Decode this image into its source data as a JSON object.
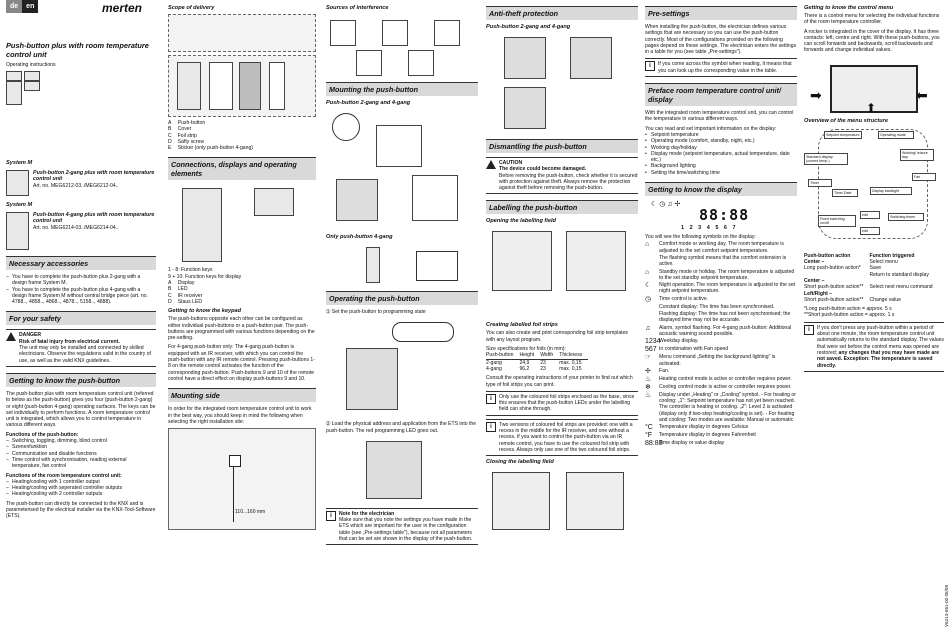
{
  "header": {
    "lang_de": "de",
    "lang_en": "en",
    "brand": "merten"
  },
  "col1": {
    "title": "Push-button plus with room temperature control unit",
    "subtitle": "Operating instructions",
    "system1_label": "System M",
    "system1_product": "Push-button 2-gang plus with room temperature control unit",
    "system1_art": "Art. no. MEG6212-03../MEG6212-04..",
    "system2_label": "System M",
    "system2_product": "Push-button 4-gang plus with room temperature control unit",
    "system2_art": "Art. no. MEG6214-03../MEG6214-04..",
    "acc_heading": "Necessary accessories",
    "acc_items": [
      "You have to complete the push-button plus 2-gang with a design frame System M.",
      "You have to complete the push-button plus 4-gang with a design frame System M without central bridge piece (art. no. 4788.., 4858.., 4868.., 4878.., 5158.., 4888)."
    ],
    "safety_heading": "For your safety",
    "danger_title": "DANGER",
    "danger_sub": "Risk of fatal injury from electrical current.",
    "danger_text": "The unit may only be installed and connected by skilled electricians. Observe the regulations valid in the country of use, as well as the valid KNX guidelines.",
    "know_heading": "Getting to know the push-button",
    "know_text": "The push-button plus with room temperature control unit (referred to below as the push-button) gives you four (push-button 2-gang) or eight (push-button 4-gang) operating surfaces. The keys can be set individually to perform functions. A room temperature control unit is integrated, which allows you to control temperature in various different ways.",
    "func_pb_heading": "Functions of the push-button:",
    "func_pb_items": [
      "Switching, toggling, dimming, blind control",
      "Szenenfunktion",
      "Communication and disable functions",
      "Time control with synchronisation, reading external temperature, fan control"
    ],
    "func_rt_heading": "Functions of the room temperature control unit:",
    "func_rt_items": [
      "Heating/cooling with 1 controller output",
      "Heating/cooling with seperated controller outputs",
      "Heating/cooling with 2 controller outputs"
    ],
    "knx_text": "The push-button can directly be connected to the KNX and is parameterised by the electrical installer via the KNX-Tool-Software (ETS)."
  },
  "col2": {
    "scope_heading": "Scope of delivery",
    "scope_items": [
      {
        "letter": "A",
        "text": "Push-button"
      },
      {
        "letter": "B",
        "text": "Cover"
      },
      {
        "letter": "C",
        "text": "Foil strip"
      },
      {
        "letter": "D",
        "text": "Safty screw"
      },
      {
        "letter": "E",
        "text": "Sticker (only push-button 4-gang)"
      }
    ],
    "conn_heading": "Connections, displays and operating elements",
    "keys_legend_1": "1 - 8: Function keys",
    "keys_legend_2": "9 + 10: Function keys for display",
    "elem_items": [
      {
        "letter": "A",
        "text": "Display"
      },
      {
        "letter": "B",
        "text": "LED"
      },
      {
        "letter": "C",
        "text": "IR receiver"
      },
      {
        "letter": "D",
        "text": "Staus LED"
      }
    ],
    "keypad_heading": "Getting to know the keypad",
    "keypad_text1": "The push-buttons opposite each other can be configured as either individual push-buttons or a push-button pair. The push-buttons are programmed with various functions depending on the pre-setting.",
    "keypad_text2": "For 4-gang push-button only: The 4-gang push-button is equipped with an IR receiver, with which you can control the push-button with any IR remote control. Pressing push-buttons 1-8 on the remote control activates the function of the corresponding push-button. Push-buttons 9 and 10 of the remote control have a direct effect on display push-buttons 9 and 10.",
    "mount_side_heading": "Mounting side",
    "mount_side_text": "In order for the integrated room temperature control unit to work in the best way, you should keep in mind the following when selecting the right installation site:",
    "height_label": "110...160 mm"
  },
  "col3": {
    "interf_heading": "Sources of interference",
    "mounting_heading": "Mounting the push-button",
    "mounting_sub": "Push-button 2-gang and 4-gang",
    "only4_sub": "Only push-button 4-gang",
    "operating_heading": "Operating the push-button",
    "step1": "Set the push-button to programming state",
    "step2": "Load the physical address and application from the ETS into the push-button. The red programming LED goes out.",
    "note_title": "Note for the electrician",
    "note_text": "Make sure that you note the settings you have made in the ETS which are important for the user in the configuration table (see „Pre-settings table\"), because not all parameters that can be set are shown in the display of the push-button."
  },
  "col4": {
    "antitheft_heading": "Anti-theft protection",
    "antitheft_sub": "Push-button 2-gang and 4-gang",
    "dismantle_heading": "Dismantling the push-button",
    "caution_title": "CAUTION",
    "caution_sub": "The device could become damaged.",
    "caution_text": "Before removing the push-button, check whether it is secured with protection against theft. Always remove the protection against theft before removing the push-button.",
    "label_heading": "Labelling the push-button",
    "open_field": "Opening the labelling field",
    "foil_heading": "Creating labelled foil strips",
    "foil_text": "You can also create and print corresponding foil strip templates with any layout program.",
    "size_caption": "Size specifications for foils (in mm):",
    "table_head": [
      "Push-button",
      "Height",
      "Width",
      "Thickness"
    ],
    "table_rows": [
      [
        "2-gang",
        "24,9",
        "23",
        "max. 0,15"
      ],
      [
        "4-gang",
        "96,2",
        "23",
        "max. 0,15"
      ]
    ],
    "consult_text": "Consult the operating instructions of your printer to find out which type of foil strips you can print.",
    "info1": "Only use the coloured foil strips enclosed as the base, since this ensures that the push-button LEDs under the labelling field can shine through.",
    "info2": "Two versions of coloured foil strips are provided: one with a recess in the middle for the IR receiver, and one without a recess. If you want to control the push-button via an IR remote control, you have to use the coloured foil strip with recess. Always only use one of the two coloured foil strips.",
    "closing_field": "Closing the labelling field"
  },
  "col5": {
    "presettings_heading": "Pre-settings",
    "presettings_text": "When installing the push-button, the electrician defines various settings that are necessary so you can use the push-button correctly. Most of the configurations provided on the following pages depend on these settings. The electrician enters the settings in a table for you (see table „Pre-settings\").",
    "presettings_info": "If you come across this symbol when reading, it means that you can look up the corresponding value in the table.",
    "preface_heading": "Preface room temperature control unit/ display",
    "preface_text1": "With the integrated room temperature control unit, you can control the temperature in various different ways.",
    "preface_text2": "You can read and set important information on the display:",
    "preface_items": [
      "Setpoint temperature",
      "Operating mode (comfort, standby, night, etc.)",
      "Working day/holiday",
      "Display mode (setpoint temperature, actual temperature, date etc.)",
      "Background lighting",
      "Setting the time/switching time"
    ],
    "display_heading": "Getting to know the display",
    "lcd_digits": "88:88",
    "lcd_days": "1 2 3 4 5 6 7",
    "symbols_intro": "You will see the following symbols on the display:",
    "symbols": [
      {
        "icon": "⌂",
        "text": "Comfort mode or working day. The room temperature is adjusted to the set comfort setpoint temperature."
      },
      {
        "icon": "",
        "text": "The flashing symbol means that the comfort extension is active."
      },
      {
        "icon": "⌂",
        "text": "Standby mode or holiday. The room temperature is adjusted to the set standby setpoint temperature."
      },
      {
        "icon": "☾",
        "text": "Night operation. The room temperature is adjusted to the set night setpoint temperature."
      },
      {
        "icon": "◷",
        "text": "Time control is active."
      },
      {
        "icon": "",
        "text": "Constant display: The time has been synchronised."
      },
      {
        "icon": "",
        "text": "Flashing display: The time has not been synchronised; the displayed time may not be accurate."
      },
      {
        "icon": "♫",
        "text": "Alarm, symbol flashing. For 4-gang push-button: Additional acoustic warning sound possible."
      },
      {
        "icon": "1234",
        "text": "Weekday display."
      },
      {
        "icon": "567",
        "text": "In combination with Fan speed"
      },
      {
        "icon": "☞",
        "text": "Menu command „Setting the background lighting\" is activated."
      },
      {
        "icon": "✢",
        "text": "Fan."
      },
      {
        "icon": "♨",
        "text": "Heating control mode is active or controller requires power."
      },
      {
        "icon": "❄",
        "text": "Cooling control mode is active or controller requires power."
      },
      {
        "icon": "♨",
        "text": "Display under „Heating\" or „Cooling\" symbol. - For heating or cooling: „1\": Setpoint temperature has not yet been reached. The controller is heating or cooling. „2\": Level 2 is activated (display only if two-step heating/cooling is set). - For heating and cooling: Two modes are available: Manual or automatic"
      },
      {
        "icon": "°C",
        "text": "Temperature display in degrees Celsius"
      },
      {
        "icon": "°F",
        "text": "Temperature display in degrees Fahrenheit"
      },
      {
        "icon": "88:88",
        "text": "Time display or value display"
      }
    ]
  },
  "col6": {
    "menu_heading": "Getting to know the control menu",
    "menu_text1": "There is a control menu for selecting the individual functions of the room temperature controller.",
    "menu_text2": "A rocker is integrated in the cover of the display. It has three contacts: left, centre and right. With these push-buttons, you can scroll forwards and backwards, scroll backwards and forwards and change individual values.",
    "overview_heading": "Overview of the menu structure",
    "menu_nodes": [
      "Setpoint temperature",
      "Operating mode",
      "Standard display (current temp.)",
      "Working/ leisure day",
      "Fan",
      "Timer",
      "Display backlight",
      "Time/ Date",
      "Switching times",
      "Fixed switching on/off",
      "edit",
      "edit"
    ],
    "action_head_left": "Push-button action",
    "action_head_right": "Function triggered",
    "actions": [
      {
        "action": "Center –",
        "func": "Select menu"
      },
      {
        "action": "Long push-button action*",
        "func": "Save"
      },
      {
        "action": "",
        "func": "Return to standard display"
      },
      {
        "action": "Center –",
        "func": ""
      },
      {
        "action": "Short push-button action**",
        "func": "Select next menu command"
      },
      {
        "action": "Left/Right –",
        "func": ""
      },
      {
        "action": "Short push-button action**",
        "func": "Change value"
      }
    ],
    "long_note": "*Long push-button action = approx. 5 s",
    "short_note": "**Short push-button action = approx. 1 s",
    "info_text": "If you don't press any push-button within a period of about one minute, the room temperature control unit automatically returns to the standard display. The values that were set before the control menu was opened are restored;",
    "info_bold": "any changes that you may have made are not saved. Exception: The temperature is saved directly.",
    "code": "V6213-561-00 05/09"
  }
}
